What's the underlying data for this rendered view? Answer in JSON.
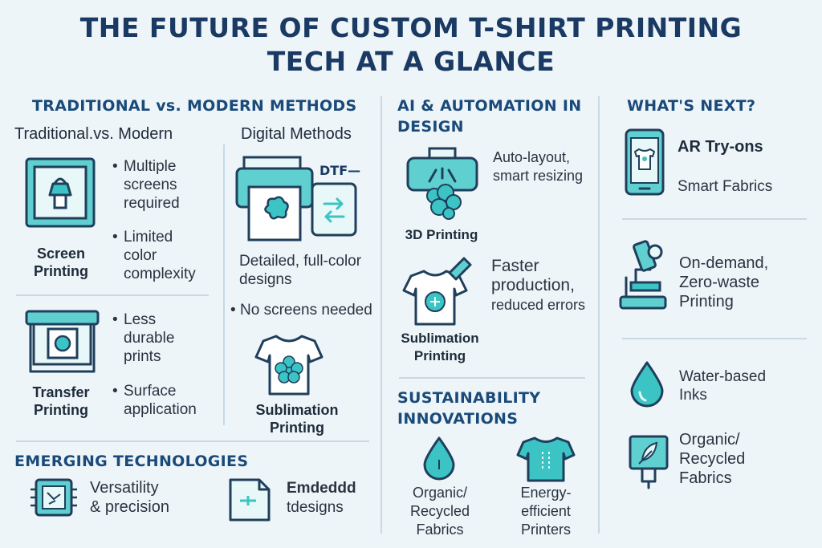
{
  "title": {
    "line1": "THE FUTURE OF CUSTOM T-SHIRT PRINTING",
    "line2": "TECH AT A GLANCE"
  },
  "colors": {
    "accent": "#3cc4c4",
    "title": "#1a3a64",
    "background": "#eef5f9"
  },
  "traditional": {
    "heading": "TRADITIONAL vs. MODERN METHODS",
    "subheading": "Traditional.vs. Modern",
    "screen": {
      "icon": "screen-printing-icon",
      "label1": "Screen",
      "label2": "Printing",
      "bullets": [
        [
          "Multiple",
          "screens",
          "required"
        ],
        [
          "Limited",
          "color",
          "complexity"
        ]
      ]
    },
    "transfer": {
      "icon": "transfer-printer-icon",
      "label1": "Transfer",
      "label2": "Printing",
      "bullets": [
        [
          "Less",
          "durable",
          "prints"
        ],
        [
          "Surface",
          "application"
        ]
      ]
    }
  },
  "digital": {
    "subheading": "Digital Methods",
    "dtf_label": "DTF—",
    "desc1": "Detailed, full-color",
    "desc2": "designs",
    "bullet": "No screens needed",
    "sublimation_label1": "Sublimation",
    "sublimation_label2": "Printing"
  },
  "ai": {
    "heading1": "AI & AUTOMATION IN",
    "heading2": "DESIGN",
    "item1_text1": "Auto-layout,",
    "item1_text2": "smart resizing",
    "item1_label": "3D Printing",
    "item2_text1": "Faster",
    "item2_text2": "production,",
    "item2_text3": "reduced errors",
    "item2_label1": "Sublimation",
    "item2_label2": "Printing"
  },
  "sustainability": {
    "heading1": "SUSTAINABILITY",
    "heading2": "INNOVATIONS",
    "item1": [
      "Organic/",
      "Recycled",
      "Fabrics"
    ],
    "item2": [
      "Energy-",
      "efficient",
      "Printers"
    ]
  },
  "next": {
    "heading": "WHAT'S NEXT?",
    "ar": "AR Try-ons",
    "smart": "Smart Fabrics",
    "ondemand": [
      "On-demand,",
      "Zero-waste",
      "Printing"
    ],
    "water": [
      "Water-based",
      "Inks"
    ],
    "organic": [
      "Organic/",
      "Recycled",
      "Fabrics"
    ]
  },
  "emerging": {
    "heading": "EMERGING TECHNOLOGIES",
    "item1": [
      "Versatility",
      "& precision"
    ],
    "item2": [
      "Emdeddd",
      "tdesigns"
    ]
  }
}
